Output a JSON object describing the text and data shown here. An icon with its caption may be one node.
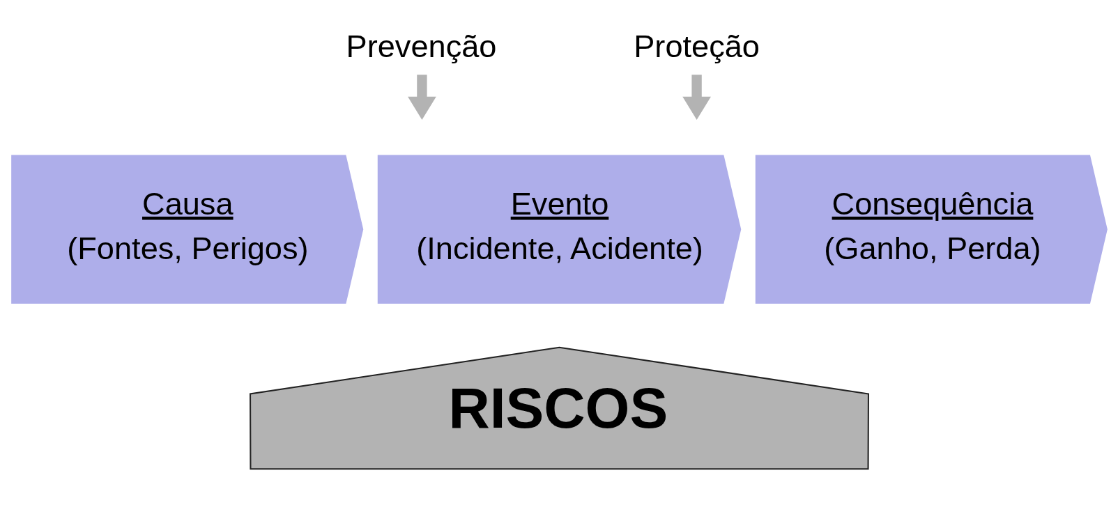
{
  "diagram": {
    "nodes": [
      {
        "text": [
          "Prevenção"
        ]
      },
      {
        "text": [
          "Proteção"
        ]
      },
      {
        "text": [
          "Causa",
          "(Fontes, Perigos)"
        ]
      },
      {
        "text": [
          "Evento",
          "(Incidente, Acidente)"
        ]
      },
      {
        "text": [
          "Consequência",
          "(Ganho, Perda)"
        ]
      },
      {
        "text": [
          "RISCOS"
        ]
      }
    ],
    "edges": [
      {
        "from": 0,
        "to": null,
        "arrow": "to"
      },
      {
        "from": 1,
        "to": null,
        "arrow": "to"
      }
    ]
  }
}
